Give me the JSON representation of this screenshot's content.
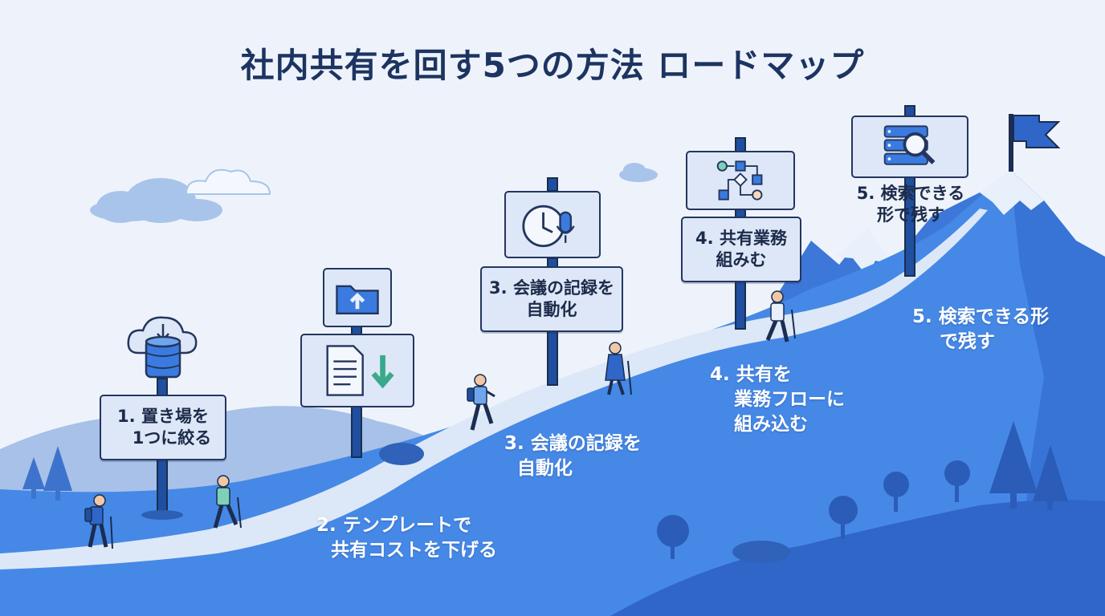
{
  "title": "社内共有を回す5つの方法 ロードマップ",
  "signs": {
    "s1": [
      "1. 置き場を",
      "1つに絞る"
    ],
    "s3": [
      "3. 会議の記録を",
      "自動化"
    ],
    "s4": [
      "4. 共有業務",
      "組みむ"
    ],
    "s5": [
      "5. 検索できる",
      "形で残す"
    ]
  },
  "labels": {
    "l2": [
      "2. テンプレートで",
      "共有コストを下げる"
    ],
    "l3": [
      "3. 会議の記録を",
      "自動化"
    ],
    "l4": [
      "4. 共有を",
      "業務フローに",
      "組み込む"
    ],
    "l5": [
      "5. 検索できる形",
      "で残す"
    ]
  },
  "icons": {
    "s1": "cloud-database-download-icon",
    "s2_top": "folder-upload-icon",
    "s2_bottom": "document-download-icon",
    "s3": "clock-microphone-icon",
    "s4": "workflow-icon",
    "s5": "database-search-icon",
    "summit": "flag-icon"
  },
  "colors": {
    "sky": "#eef3fb",
    "path": "#dce8f8",
    "mountain": "#3f7fe0",
    "mountain_dark": "#2f66c8",
    "sign_border": "#24365e",
    "title": "#1d3461"
  }
}
